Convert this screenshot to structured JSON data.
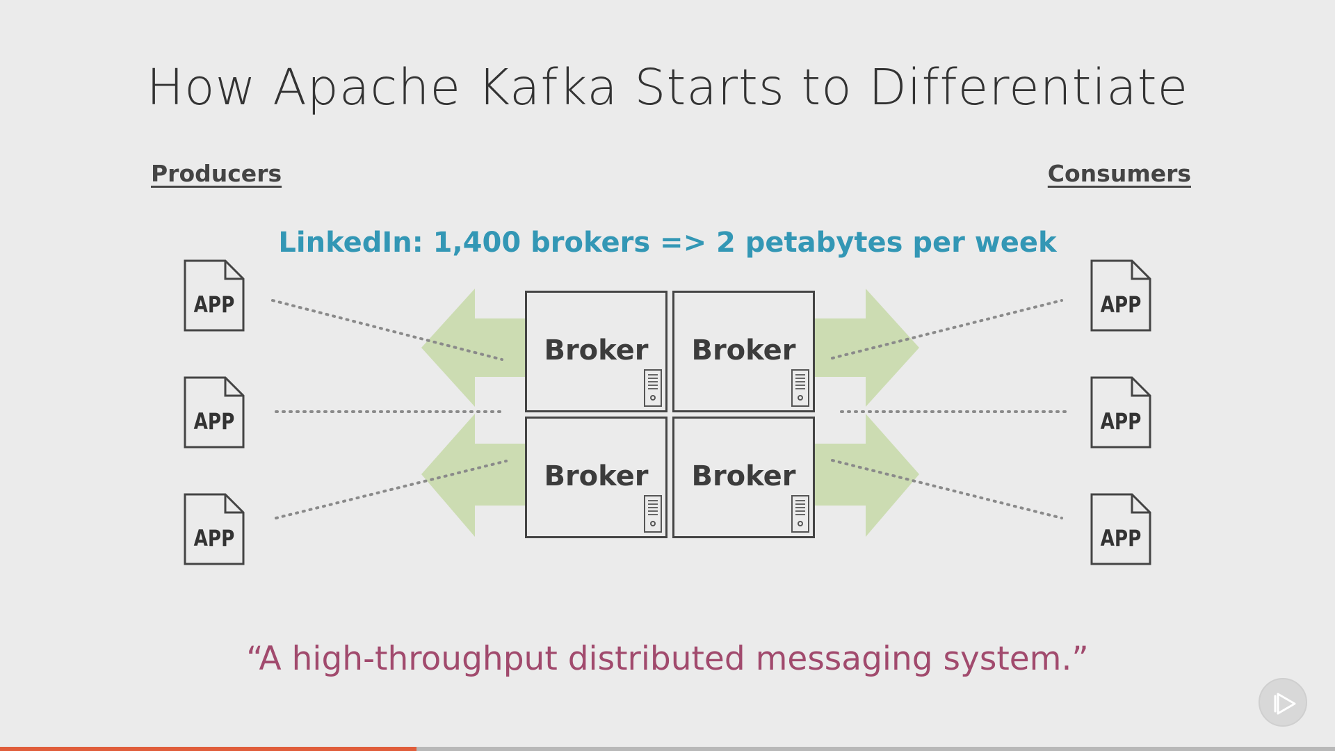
{
  "slide": {
    "title": "How Apache Kafka Starts to Differentiate",
    "producers_heading": "Producers",
    "consumers_heading": "Consumers",
    "stat_line": "LinkedIn: 1,400 brokers => 2 petabytes per week",
    "quote": "“A high-throughput distributed messaging system.”",
    "brokers": [
      "Broker",
      "Broker",
      "Broker",
      "Broker"
    ],
    "producer_apps": [
      "APP",
      "APP",
      "APP"
    ],
    "consumer_apps": [
      "APP",
      "APP",
      "APP"
    ]
  },
  "colors": {
    "title": "#333333",
    "stat": "#3397b5",
    "quote": "#a14a6d",
    "arrow": "#ccdcb2",
    "progress": "#e05d3b"
  },
  "player": {
    "progress_fraction": 0.312,
    "play_icon": "play-icon"
  }
}
